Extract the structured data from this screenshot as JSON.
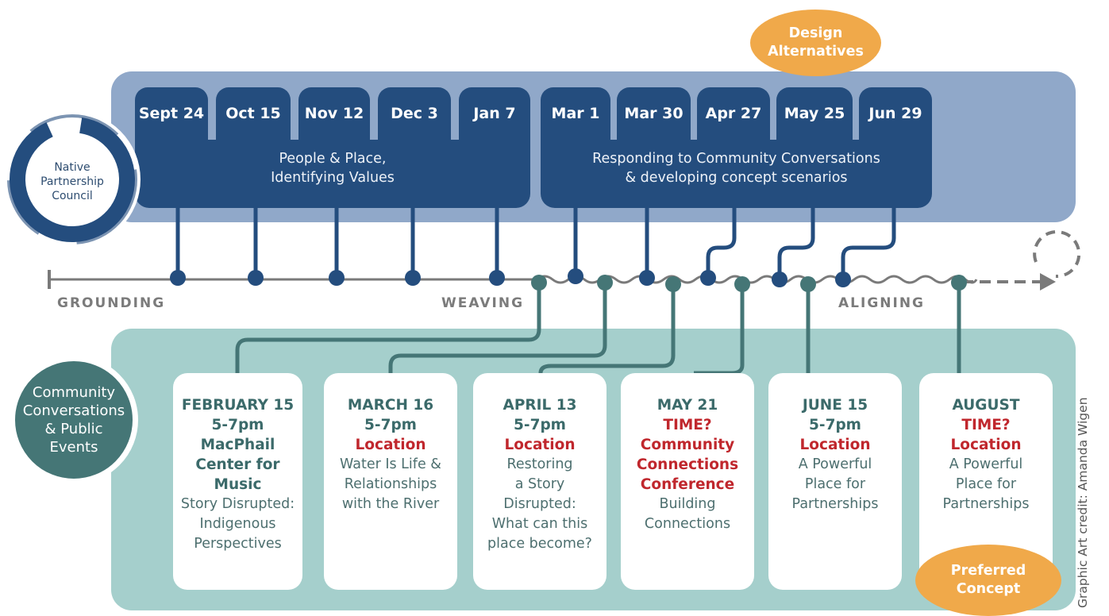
{
  "council_label": [
    "Native",
    "Partnership",
    "Council"
  ],
  "design_alternatives": [
    "Design",
    "Alternatives"
  ],
  "preferred_concept": [
    "Preferred",
    "Concept"
  ],
  "top_dates_group1": [
    "Sept 24",
    "Oct 15",
    "Nov 12",
    "Dec 3",
    "Jan 7"
  ],
  "top_dates_group2": [
    "Mar 1",
    "Mar 30",
    "Apr 27",
    "May 25",
    "Jun 29"
  ],
  "panel1_text": [
    "People & Place,",
    "Identifying Values"
  ],
  "panel2_text": [
    "Responding to Community Conversations",
    "& developing concept scenarios"
  ],
  "stages": [
    "GROUNDING",
    "WEAVING",
    "ALIGNING"
  ],
  "community_circle": [
    "Community",
    "Conversations",
    "& Public",
    "Events"
  ],
  "events": [
    {
      "lines": [
        [
          "FEBRUARY 15",
          "b"
        ],
        [
          "5-7pm",
          "b"
        ],
        [
          "MacPhail",
          "b"
        ],
        [
          "Center for",
          "b"
        ],
        [
          "Music",
          "b"
        ],
        [
          "Story Disrupted:",
          "n"
        ],
        [
          "Indigenous",
          "n"
        ],
        [
          "Perspectives",
          "n"
        ]
      ]
    },
    {
      "lines": [
        [
          "MARCH 16",
          "b"
        ],
        [
          "5-7pm",
          "b"
        ],
        [
          "Location",
          "r"
        ],
        [
          "Water Is Life &",
          "n"
        ],
        [
          "Relationships",
          "n"
        ],
        [
          "with the River",
          "n"
        ]
      ]
    },
    {
      "lines": [
        [
          "APRIL 13",
          "b"
        ],
        [
          "5-7pm",
          "b"
        ],
        [
          "Location",
          "r"
        ],
        [
          "Restoring",
          "n"
        ],
        [
          "a Story",
          "n"
        ],
        [
          "Disrupted:",
          "n"
        ],
        [
          "What can this",
          "n"
        ],
        [
          "place become?",
          "n"
        ]
      ]
    },
    {
      "lines": [
        [
          "MAY 21",
          "b"
        ],
        [
          "TIME?",
          "r"
        ],
        [
          "Community",
          "r"
        ],
        [
          "Connections",
          "r"
        ],
        [
          "Conference",
          "r"
        ],
        [
          "Building",
          "n"
        ],
        [
          "Connections",
          "n"
        ]
      ]
    },
    {
      "lines": [
        [
          "JUNE 15",
          "b"
        ],
        [
          "5-7pm",
          "b"
        ],
        [
          "Location",
          "r"
        ],
        [
          "A Powerful",
          "n"
        ],
        [
          "Place for",
          "n"
        ],
        [
          "Partnerships",
          "n"
        ]
      ]
    },
    {
      "lines": [
        [
          "AUGUST",
          "b"
        ],
        [
          "TIME?",
          "r"
        ],
        [
          "Location",
          "r"
        ],
        [
          "A Powerful",
          "n"
        ],
        [
          "Place for",
          "n"
        ],
        [
          "Partnerships",
          "n"
        ]
      ]
    }
  ],
  "credit": "Graphic Art credit: Amanda Wigen",
  "colors": {
    "navy": "#244d7e",
    "teal": "#457676",
    "orange": "#f0a94a",
    "red": "#c0272d"
  }
}
